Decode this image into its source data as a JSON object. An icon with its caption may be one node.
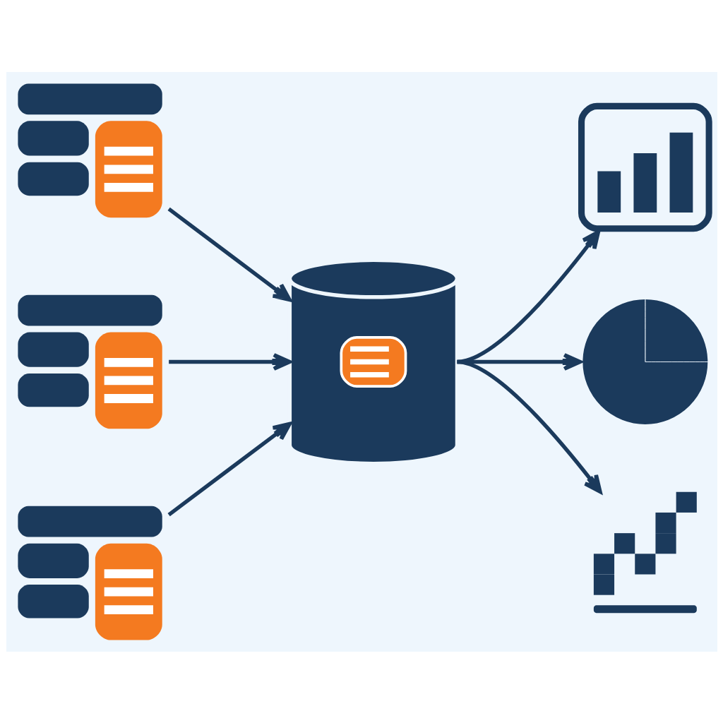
{
  "diagram": {
    "nodes": [
      {
        "text": [],
        "shape": "picture"
      },
      {
        "text": [],
        "shape": "picture"
      },
      {
        "text": [],
        "shape": "picture"
      },
      {
        "text": [],
        "shape": "cylinder"
      },
      {
        "text": [],
        "shape": "picture"
      },
      {
        "text": [],
        "shape": "picture"
      },
      {
        "text": [],
        "shape": "picture"
      }
    ],
    "edges": [
      {
        "from": 0,
        "to": 3,
        "arrow": "to"
      },
      {
        "from": 1,
        "to": 3,
        "arrow": "to"
      },
      {
        "from": 2,
        "to": 3,
        "arrow": "to"
      },
      {
        "from": 3,
        "to": 4,
        "arrow": "to"
      },
      {
        "from": 3,
        "to": 5,
        "arrow": "to"
      },
      {
        "from": 3,
        "to": 6,
        "arrow": "to"
      }
    ]
  }
}
